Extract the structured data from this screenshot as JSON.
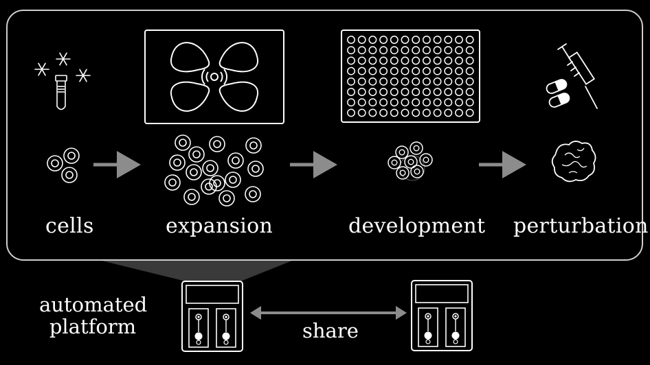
{
  "stages": [
    {
      "id": "cells",
      "label": "cells"
    },
    {
      "id": "expansion",
      "label": "expansion"
    },
    {
      "id": "development",
      "label": "development"
    },
    {
      "id": "perturbation",
      "label": "perturbation"
    }
  ],
  "platform": {
    "line1": "automated",
    "line2": "platform"
  },
  "share_label": "share",
  "colors": {
    "background": "#000000",
    "stroke": "#ffffff",
    "panel_border": "#cfcfcf",
    "arrow": "#8c8c8c",
    "funnel": "#3a3a3a"
  },
  "icons": [
    "snowflake-icon",
    "cryovial-icon",
    "bioreactor-icon",
    "well-plate-icon",
    "syringe-icon",
    "pill-icon",
    "cell-cluster-icon",
    "organoid-icon",
    "device-icon"
  ]
}
